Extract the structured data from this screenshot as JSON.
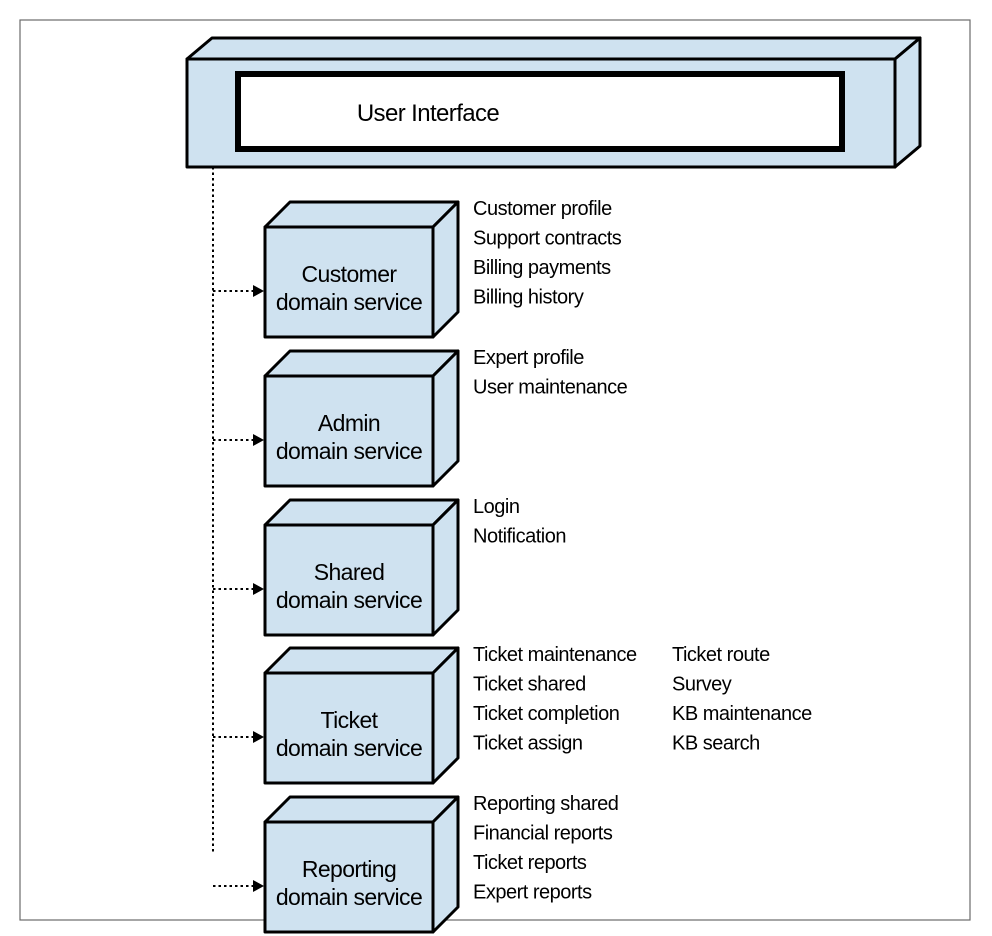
{
  "ui": {
    "title": "User Interface"
  },
  "services": [
    {
      "line1": "Customer",
      "line2": "domain service",
      "features": [
        "Customer profile",
        "Support contracts",
        "Billing payments",
        "Billing history"
      ],
      "features2": []
    },
    {
      "line1": "Admin",
      "line2": "domain service",
      "features": [
        "Expert profile",
        "User maintenance"
      ],
      "features2": []
    },
    {
      "line1": "Shared",
      "line2": "domain service",
      "features": [
        "Login",
        "Notification"
      ],
      "features2": []
    },
    {
      "line1": "Ticket",
      "line2": "domain service",
      "features": [
        "Ticket maintenance",
        "Ticket shared",
        "Ticket completion",
        "Ticket assign"
      ],
      "features2": [
        "Ticket route",
        "Survey",
        "KB maintenance",
        "KB search"
      ]
    },
    {
      "line1": "Reporting",
      "line2": "domain service",
      "features": [
        "Reporting shared",
        "Financial reports",
        "Ticket reports",
        "Expert reports"
      ],
      "features2": []
    }
  ],
  "colors": {
    "box_fill": "#cfe2f0",
    "stroke": "#000000"
  }
}
